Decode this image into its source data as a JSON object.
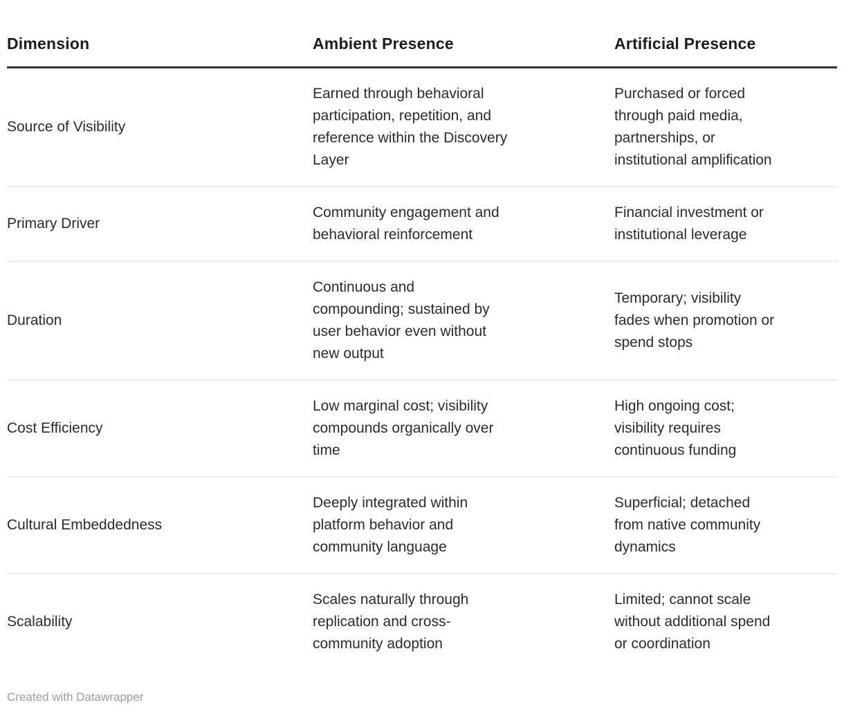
{
  "chart_data": {
    "type": "table",
    "columns": [
      "Dimension",
      "Ambient Presence",
      "Artificial Presence"
    ],
    "rows": [
      [
        "Source of Visibility",
        "Earned through behavioral\nparticipation, repetition, and\nreference within the Discovery\nLayer",
        "Purchased or forced\nthrough paid media,\npartnerships, or\ninstitutional amplification"
      ],
      [
        "Primary Driver",
        "Community engagement and\nbehavioral reinforcement",
        "Financial investment or\ninstitutional leverage"
      ],
      [
        "Duration",
        "Continuous and\ncompounding; sustained by\nuser behavior even without\nnew output",
        "Temporary; visibility\nfades when promotion or\nspend stops"
      ],
      [
        "Cost Efficiency",
        "Low marginal cost; visibility\ncompounds organically over\ntime",
        "High ongoing cost;\nvisibility requires\ncontinuous funding"
      ],
      [
        "Cultural Embeddedness",
        "Deeply integrated within\nplatform behavior and\ncommunity language",
        "Superficial; detached\nfrom native community\ndynamics"
      ],
      [
        "Scalability",
        "Scales naturally through\nreplication and cross-\ncommunity adoption",
        "Limited; cannot scale\nwithout additional spend\nor coordination"
      ]
    ],
    "title": "",
    "legend_position": "none",
    "grid": "horizontal-row-dividers"
  },
  "footer": {
    "attribution": "Created with Datawrapper"
  },
  "colors": {
    "background": "#ffffff",
    "header_text": "#1d1d1d",
    "body_text": "#2b2b2b",
    "header_rule": "#333333",
    "row_divider": "#ebebeb",
    "footer_text": "#9c9c9c"
  }
}
